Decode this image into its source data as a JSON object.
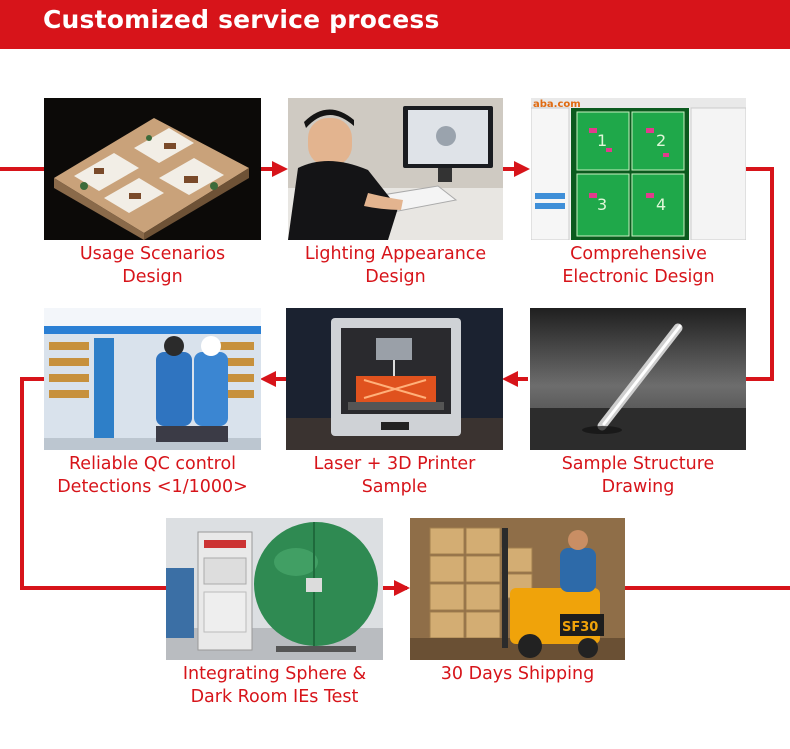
{
  "header": {
    "title": "Customized service process"
  },
  "colors": {
    "accent": "#d7141a",
    "background": "#ffffff"
  },
  "steps": [
    {
      "caption_line1": "Usage Scenarios",
      "caption_line2": "Design",
      "image": "architectural-model-photo"
    },
    {
      "caption_line1": "Lighting Appearance",
      "caption_line2": "Design",
      "image": "designer-at-computer-photo"
    },
    {
      "caption_line1": "Comprehensive",
      "caption_line2": "Electronic Design",
      "image": "pcb-layout-screenshot",
      "image_text": "aba.com",
      "board_labels": [
        "1",
        "2",
        "3",
        "4"
      ]
    },
    {
      "caption_line1": "Sample Structure",
      "caption_line2": "Drawing",
      "image": "led-tube-render"
    },
    {
      "caption_line1": "Laser + 3D Printer",
      "caption_line2": "Sample",
      "image": "3d-printer-photo"
    },
    {
      "caption_line1": "Reliable QC control",
      "caption_line2": "Detections <1/1000>",
      "image": "aging-test-rack-photo"
    },
    {
      "caption_line1": "Integrating Sphere &",
      "caption_line2": "Dark Room IEs Test",
      "image": "integrating-sphere-photo"
    },
    {
      "caption_line1": "30 Days Shipping",
      "caption_line2": "",
      "image": "forklift-warehouse-photo",
      "image_text": "SF30"
    }
  ]
}
